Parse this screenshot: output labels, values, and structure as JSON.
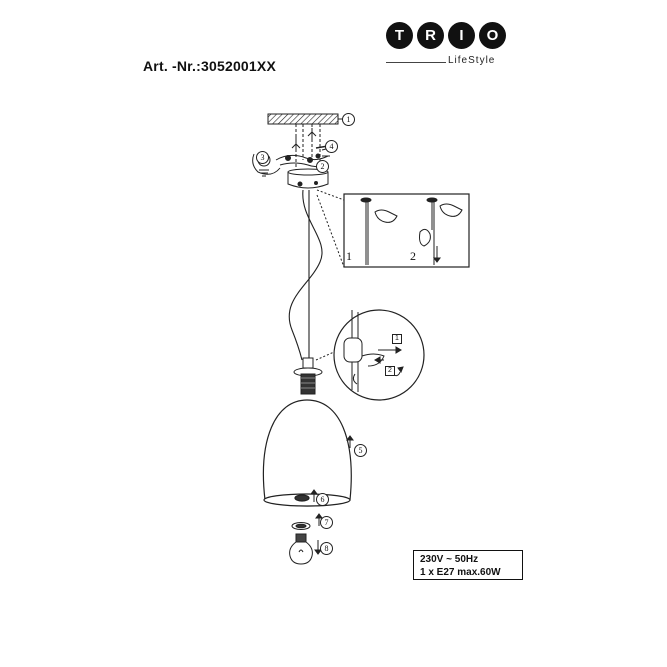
{
  "header": {
    "art_number": "Art. -Nr.:3052001XX"
  },
  "logo": {
    "letters": [
      "T",
      "R",
      "I",
      "O"
    ],
    "tagline": "LifeStyle",
    "color": "#111111"
  },
  "callouts": [
    "1",
    "2",
    "3",
    "4",
    "5",
    "6",
    "7",
    "8"
  ],
  "detail_steps": {
    "step1": "1",
    "step2": "2"
  },
  "cord_detail": {
    "marker1": "1",
    "marker2": "2"
  },
  "spec": {
    "line1": "230V ~ 50Hz",
    "line2": "1 x E27  max.60W"
  }
}
